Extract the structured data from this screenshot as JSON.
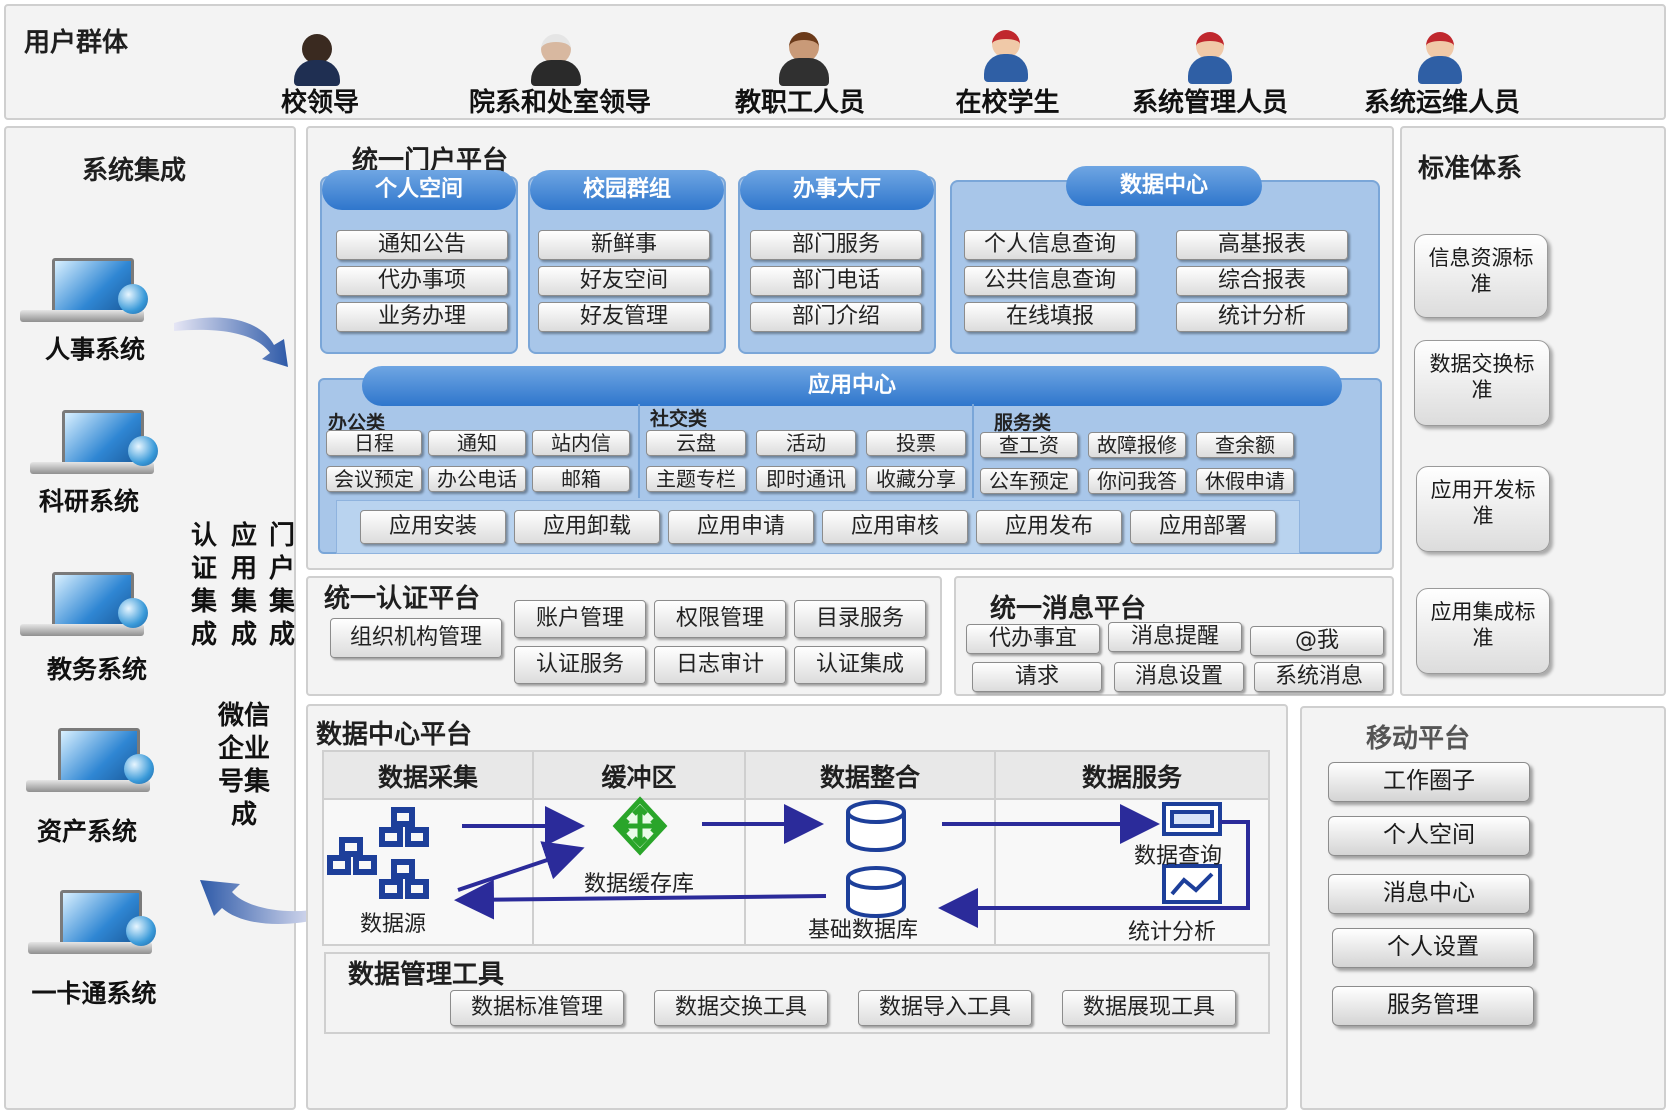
{
  "user_group": {
    "title": "用户群体",
    "users": [
      {
        "label": "校领导",
        "icon": "woman-leader-icon"
      },
      {
        "label": "院系和处室领导",
        "icon": "man-leader-icon"
      },
      {
        "label": "教职工人员",
        "icon": "staff-icon"
      },
      {
        "label": "在校学生",
        "icon": "student-icon"
      },
      {
        "label": "系统管理人员",
        "icon": "admin-icon"
      },
      {
        "label": "系统运维人员",
        "icon": "ops-icon"
      }
    ]
  },
  "system_integration": {
    "title": "系统集成",
    "systems": [
      "人事系统",
      "科研系统",
      "教务系统",
      "资产系统",
      "一卡通系统"
    ],
    "vertical_labels": {
      "col1": "认证集成",
      "col2": "应用集成",
      "col3": "门户集成"
    },
    "wechat": [
      "微信",
      "企业",
      "号集",
      "成"
    ]
  },
  "portal": {
    "title": "统一门户平台",
    "personal_space": {
      "title": "个人空间",
      "items": [
        "通知公告",
        "代办事项",
        "业务办理"
      ]
    },
    "campus_group": {
      "title": "校园群组",
      "items": [
        "新鲜事",
        "好友空间",
        "好友管理"
      ]
    },
    "service_hall": {
      "title": "办事大厅",
      "items": [
        "部门服务",
        "部门电话",
        "部门介绍"
      ]
    },
    "data_center": {
      "title": "数据中心",
      "left": [
        "个人信息查询",
        "公共信息查询",
        "在线填报"
      ],
      "right": [
        "高基报表",
        "综合报表",
        "统计分析"
      ]
    }
  },
  "app_center": {
    "title": "应用中心",
    "office": {
      "label": "办公类",
      "row1": [
        "日程",
        "通知",
        "站内信"
      ],
      "row2": [
        "会议预定",
        "办公电话",
        "邮箱"
      ]
    },
    "social": {
      "label": "社交类",
      "row1": [
        "云盘",
        "活动",
        "投票"
      ],
      "row2": [
        "主题专栏",
        "即时通讯",
        "收藏分享"
      ]
    },
    "service": {
      "label": "服务类",
      "row1": [
        "查工资",
        "故障报修",
        "查余额"
      ],
      "row2": [
        "公车预定",
        "你问我答",
        "休假申请"
      ]
    },
    "actions": [
      "应用安装",
      "应用卸载",
      "应用申请",
      "应用审核",
      "应用发布",
      "应用部署"
    ]
  },
  "auth_platform": {
    "title": "统一认证平台",
    "org": "组织机构管理",
    "grid": [
      "账户管理",
      "权限管理",
      "目录服务",
      "认证服务",
      "日志审计",
      "认证集成"
    ]
  },
  "message_platform": {
    "title": "统一消息平台",
    "row1": [
      "代办事宜",
      "消息提醒",
      "@我"
    ],
    "row2": [
      "请求",
      "消息设置",
      "系统消息"
    ]
  },
  "standards": {
    "title": "标准体系",
    "items": [
      "信息资源标准",
      "数据交换标准",
      "应用开发标准",
      "应用集成标准"
    ]
  },
  "data_center_platform": {
    "title": "数据中心平台",
    "columns": [
      "数据采集",
      "缓冲区",
      "数据整合",
      "数据服务"
    ],
    "labels": {
      "source": "数据源",
      "cache": "数据缓存库",
      "base": "基础数据库",
      "query": "数据查询",
      "stats": "统计分析"
    },
    "tools_title": "数据管理工具",
    "tools": [
      "数据标准管理",
      "数据交换工具",
      "数据导入工具",
      "数据展现工具"
    ]
  },
  "mobile": {
    "title": "移动平台",
    "items": [
      "工作圈子",
      "个人空间",
      "消息中心",
      "个人设置",
      "服务管理"
    ]
  },
  "colors": {
    "accent_blue": "#2f76cc",
    "panel_blue": "#a8c6e9",
    "arrow": "#2b2b9a",
    "green": "#2aa52a"
  }
}
